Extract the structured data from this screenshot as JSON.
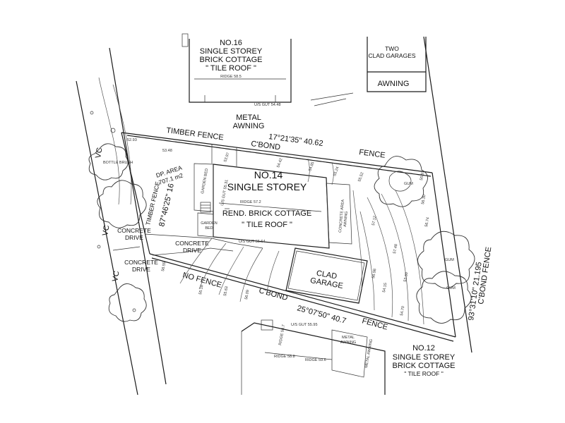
{
  "properties": {
    "no16_title": "NO.16",
    "no16_line1": "SINGLE STOREY",
    "no16_line2": "BRICK COTTAGE",
    "no16_line3": "\" TILE ROOF \"",
    "no16_ridge": "RIDGE 58.5",
    "no16_gutter": "U/S GUT 54.48",
    "garages_line1": "TWO",
    "garages_line2": "CLAD GARAGES",
    "awning_top": "AWNING",
    "metal_awning_line1": "METAL",
    "metal_awning_line2": "AWNING",
    "no14_title": "NO.14",
    "no14_line1": "SINGLE STOREY",
    "no14_line2": "REND. BRICK COTTAGE",
    "no14_line3": "\" TILE ROOF \"",
    "no14_ridge": "RIDGE 57.2",
    "no14_gutter": "U/S GUT 55.31",
    "no14_gutter2": "U/S GUT 55.64",
    "clad_garage_line1": "CLAD",
    "clad_garage_line2": "GARAGE",
    "no12_title": "NO.12",
    "no12_line1": "SINGLE STOREY",
    "no12_line2": "BRICK COTTAGE",
    "no12_line3": "\" TILE ROOF \"",
    "no12_ridge": "RIDGE 58.8",
    "no12_ridge2": "RIDGE 59.6",
    "no12_ridge3": "RIDGE 58.7",
    "no12_gutter": "U/S GUT 55.95",
    "metal_awning_bottom_line1": "METAL",
    "metal_awning_bottom_line2": "AWNING",
    "metal_awning_side": "METAL AWNING"
  },
  "boundaries": {
    "north_bearing": "17°21'35\" 40.62",
    "north_cbond": "C'BOND",
    "north_fence": "FENCE",
    "south_bearing": "25°07'50\" 40.7",
    "south_cbond": "C'BOND",
    "south_fence": "FENCE",
    "no_fence": "NO FENCE",
    "timber_fence": "TIMBER FENCE",
    "west_timber_fence": "TIMBER FENCE",
    "west_bearing": "87°46'25\" 16",
    "east_bearing": "93°31'10\" 21.195",
    "east_fence": "C'BOND FENCE"
  },
  "site": {
    "dp_area_label": "DP. AREA",
    "dp_area_value": "707.1 m2",
    "garden_bed_1": "GARDEN BED",
    "garden_bed_2": "GARDEN",
    "garden_bed_2b": "BED",
    "concrete_drive_1": "CONCRETE",
    "concrete_drive_1b": "DRIVE",
    "concrete_drive_2": "CONCRETE",
    "concrete_drive_2b": "DRIVE",
    "concrete_drive_3": "CONCRETE",
    "concrete_drive_3b": "DRIVE",
    "concrete_area": "CONCRETE AREA",
    "concrete_area_b": "AWNING",
    "gum_1": "GUM",
    "gum_2": "GUM",
    "gum_3": "GUM",
    "bottle_brush": "BOTTLE BRUSH",
    "vc_1": "VC",
    "vc_2": "VC",
    "vc_3": "VC",
    "lev_1": "52.93",
    "lev_2": "53.48",
    "lev_3": "53.97",
    "lev_4": "54.42",
    "lev_5": "54.85",
    "lev_6": "55.24",
    "lev_7": "55.52",
    "lev_8": "55.91",
    "lev_9": "56.30",
    "lev_10": "56.74",
    "lev_11": "57.12",
    "lev_12": "57.48",
    "lev_13": "53.60",
    "lev_14": "54.15",
    "lev_15": "54.70",
    "lev_16": "55.18",
    "lev_17": "55.63",
    "lev_18": "56.09",
    "lev_19": "56.55",
    "lev_20": "56.98"
  }
}
